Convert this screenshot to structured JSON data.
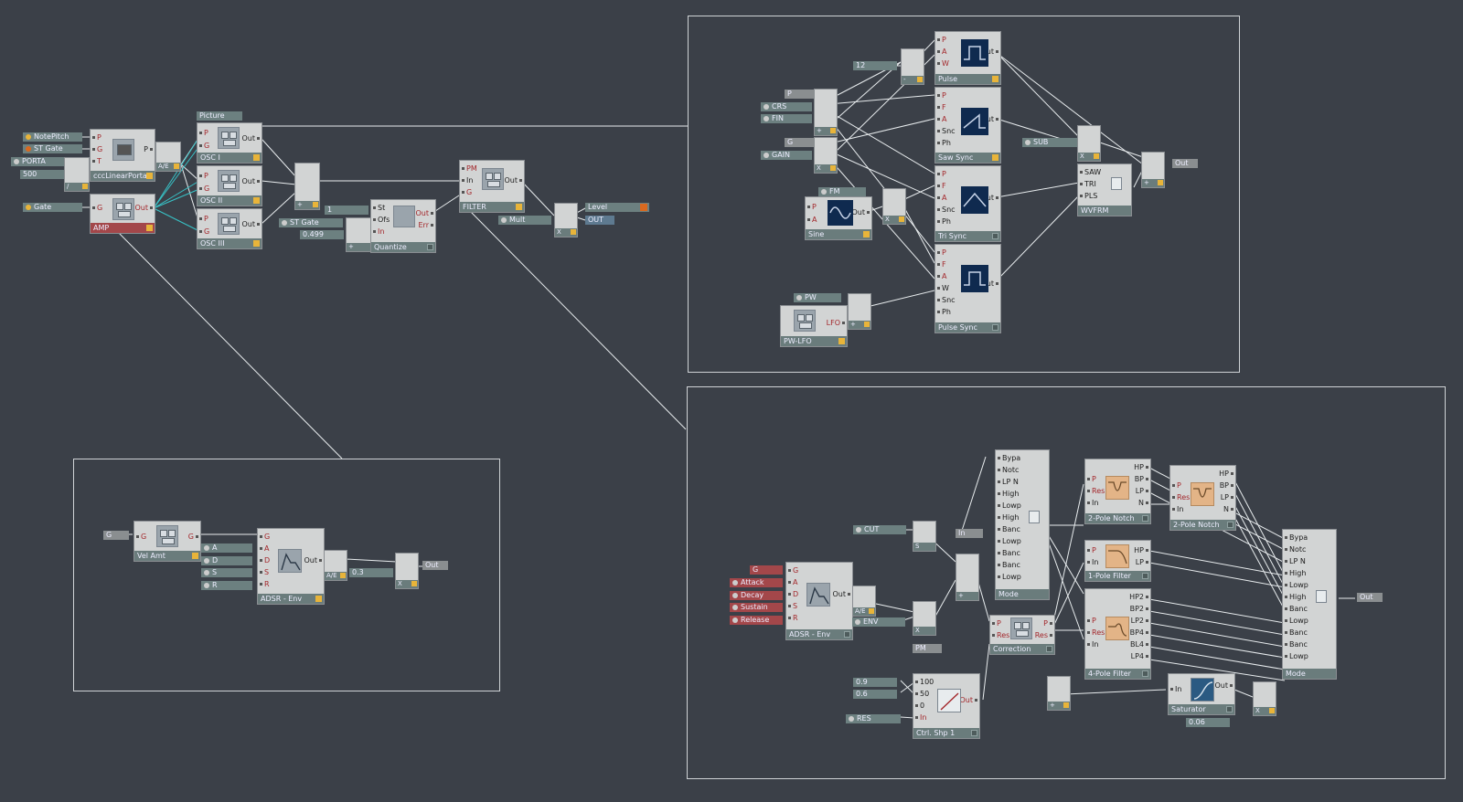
{
  "colors": {
    "background": "#3b4048",
    "module": "#d2d4d4",
    "title": "#6a7c7c",
    "red_title": "#a3474a",
    "port_in": "#a3262a",
    "waveform_bg": "#0f2a4f",
    "filter_icon": "#e3b487",
    "lamp": "#e8b43a"
  },
  "top": {
    "note_pitch": "NotePitch",
    "st_gate": "ST Gate",
    "porta": "PORTA",
    "porta_val": "500",
    "gate": "Gate",
    "div": "/",
    "linear_porta": "cccLinearPortan",
    "ae": "A/E",
    "amp": "AMP",
    "picture": "Picture",
    "osc1": "OSC I",
    "osc2": "OSC II",
    "osc3": "OSC III",
    "sum": "+",
    "st_gate2": "ST Gate",
    "val1": "1",
    "val499": "0.499",
    "quantize": "Quantize",
    "filter": "FILTER",
    "mult": "Mult",
    "x": "X",
    "level": "Level",
    "out": "OUT"
  },
  "osc_panel": {
    "val12": "12",
    "minus": "-",
    "p": "P",
    "crs": "CRS",
    "fin": "FIN",
    "g": "G",
    "gain": "GAIN",
    "fm": "FM",
    "sine": "Sine",
    "pulse": "Pulse",
    "saw_sync": "Saw Sync",
    "tri_sync": "Tri Sync",
    "pulse_sync": "Pulse Sync",
    "sub": "SUB",
    "wvfrm": "WVFRM",
    "pw": "PW",
    "pw_lfo": "PW-LFO",
    "lfo": "LFO",
    "out": "Out",
    "plus": "+",
    "x": "X"
  },
  "env_panel": {
    "g": "G",
    "vel_amt": "Vel Amt",
    "a": "A",
    "d": "D",
    "s": "S",
    "r": "R",
    "adsr": "ADSR - Env",
    "ae": "A/E",
    "val03": "0.3",
    "x": "X",
    "out": "Out"
  },
  "filter_panel": {
    "cut": "CUT",
    "s": "S",
    "in": "In",
    "mode": "Mode",
    "mode_items": [
      "Bypa",
      "Notc",
      "LP N",
      "High",
      "Lowp",
      "High",
      "Banc",
      "Lowp",
      "Banc",
      "Banc",
      "Lowp"
    ],
    "g": "G",
    "attack": "Attack",
    "decay": "Decay",
    "sustain": "Sustain",
    "release": "Release",
    "adsr": "ADSR - Env",
    "ae": "A/E",
    "env": "ENV",
    "x": "X",
    "pm": "PM",
    "plus": "+",
    "correction": "Correction",
    "notch1": "2-Pole Notch",
    "notch2": "2-Pole Notch",
    "one_pole": "1-Pole Filter",
    "four_pole": "4-Pole Filter",
    "val09": "0.9",
    "val06": "0.6",
    "res": "RES",
    "ctrl_shp": "Ctrl. Shp 1",
    "p100": "100",
    "p50": "50",
    "p0": "0",
    "saturator": "Saturator",
    "val006": "0.06",
    "mode2": "Mode",
    "mode2_items": [
      "Bypa",
      "Notc",
      "LP N",
      "High",
      "Lowp",
      "High",
      "Banc",
      "Lowp",
      "Banc",
      "Banc",
      "Lowp"
    ],
    "out": "Out"
  }
}
